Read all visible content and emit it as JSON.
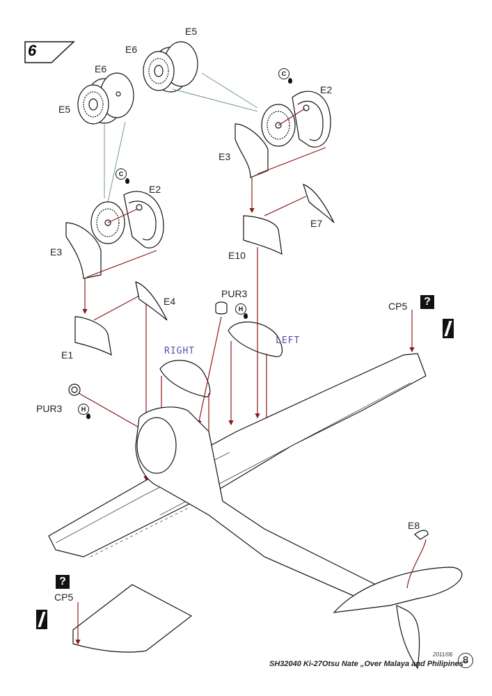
{
  "step": {
    "number": "6"
  },
  "part_labels": {
    "e5_top": "E5",
    "e6_top": "E6",
    "e6_left": "E6",
    "e5_left": "E5",
    "e2_right": "E2",
    "e3_right": "E3",
    "e2_left": "E2",
    "e3_left": "E3",
    "e7": "E7",
    "e10": "E10",
    "e4": "E4",
    "e1": "E1",
    "pur3_top": "PUR3",
    "pur3_left": "PUR3",
    "cp5_top": "CP5",
    "cp5_bottom": "CP5",
    "e8": "E8"
  },
  "side_labels": {
    "right": "RIGHT",
    "left": "LEFT"
  },
  "icons": {
    "question": "?",
    "cement_c": "C",
    "hobby_h": "H"
  },
  "footer": {
    "title": "SH32040  Ki-27Otsu  Nate „Over Malaya and Philipines\"",
    "date": "2011/06",
    "page": "8"
  },
  "colors": {
    "leader_line": "#8b1a1a",
    "guide_line": "#6f9a8a",
    "blue_label": "#5050b0"
  }
}
